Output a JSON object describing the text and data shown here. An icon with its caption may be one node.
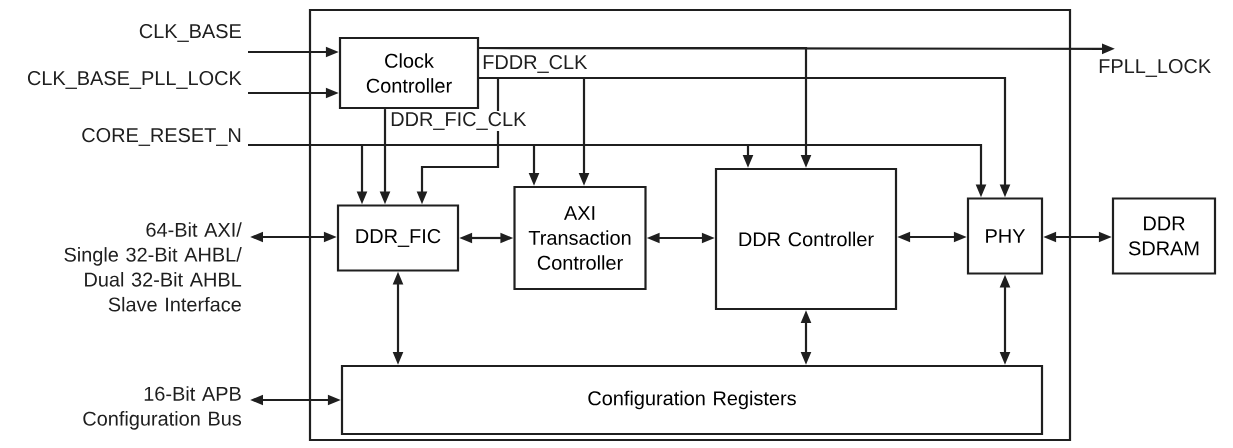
{
  "diagram": {
    "nodes": [
      {
        "text": [],
        "shape": "box"
      },
      {
        "text": [
          "Clock Controller"
        ],
        "in": 0
      },
      {
        "text": [
          "DDR_FIC"
        ],
        "in": 0
      },
      {
        "text": [
          "AXI Transaction Controller"
        ],
        "in": 0
      },
      {
        "text": [
          "DDR Controller"
        ],
        "in": 0
      },
      {
        "text": [
          "PHY"
        ],
        "in": 0
      },
      {
        "text": [
          "Configuration Registers"
        ],
        "in": 0
      },
      {
        "text": [
          "DDR SDRAM"
        ]
      },
      {
        "text": [
          "CLK_BASE"
        ]
      },
      {
        "text": [
          "CLK_BASE_PLL_LOCK"
        ]
      },
      {
        "text": [
          "CORE_RESET_N"
        ]
      },
      {
        "text": [
          "64-Bit AXI/ Single 32-Bit AHBL/ Dual 32-Bit AHBL Slave Interface"
        ]
      },
      {
        "text": [
          "16-Bit APB Configuration Bus"
        ]
      },
      {
        "text": [
          "FPLL_LOCK"
        ]
      }
    ],
    "edges": [
      {
        "from": 8,
        "to": 1,
        "arrow": "to"
      },
      {
        "from": 9,
        "to": 1,
        "arrow": "to"
      },
      {
        "from": 1,
        "to": 13,
        "arrow": "to"
      },
      {
        "from": 1,
        "to": 4,
        "arrow": "to"
      },
      {
        "from": 1,
        "to": 2,
        "arrow": "to"
      },
      {
        "from": 1,
        "to": 3,
        "arrow": "to"
      },
      {
        "from": 1,
        "to": 5,
        "arrow": "to"
      },
      {
        "from": 1,
        "to": 2,
        "arrow": "to"
      },
      {
        "from": 10,
        "to": 2,
        "arrow": "to"
      },
      {
        "from": 10,
        "to": 3,
        "arrow": "to"
      },
      {
        "from": 10,
        "to": 4,
        "arrow": "to"
      },
      {
        "from": 10,
        "to": 5,
        "arrow": "to"
      },
      {
        "from": 11,
        "to": 2,
        "arrow": "both"
      },
      {
        "from": 2,
        "to": 3,
        "arrow": "both"
      },
      {
        "from": 3,
        "to": 4,
        "arrow": "both"
      },
      {
        "from": 4,
        "to": 5,
        "arrow": "both"
      },
      {
        "from": 5,
        "to": 7,
        "arrow": "both"
      },
      {
        "from": 2,
        "to": 6,
        "arrow": "both"
      },
      {
        "from": 4,
        "to": 6,
        "arrow": "both"
      },
      {
        "from": 5,
        "to": 6,
        "arrow": "both"
      },
      {
        "from": 12,
        "to": 6,
        "arrow": "both"
      }
    ],
    "labels": [
      "FDDR_CLK",
      "DDR_FIC_CLK"
    ]
  }
}
